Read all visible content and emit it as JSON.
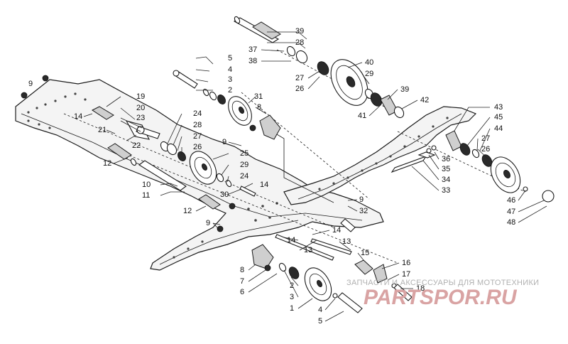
{
  "watermark": {
    "caption": "ЗАПЧАСТИ И АКСЕССУАРЫ ДЛЯ МОТОТЕХНИКИ",
    "brand": "PARTSPOR.RU",
    "brand_color": "#d9a3a3"
  },
  "callouts": [
    {
      "text": "39"
    },
    {
      "text": "28"
    },
    {
      "text": "37"
    },
    {
      "text": "38"
    },
    {
      "text": "40"
    },
    {
      "text": "29"
    },
    {
      "text": "27"
    },
    {
      "text": "26"
    },
    {
      "text": "39"
    },
    {
      "text": "42"
    },
    {
      "text": "41"
    },
    {
      "text": "5"
    },
    {
      "text": "4"
    },
    {
      "text": "3"
    },
    {
      "text": "2"
    },
    {
      "text": "31"
    },
    {
      "text": "8"
    },
    {
      "text": "9"
    },
    {
      "text": "19"
    },
    {
      "text": "20"
    },
    {
      "text": "23"
    },
    {
      "text": "14"
    },
    {
      "text": "21"
    },
    {
      "text": "22"
    },
    {
      "text": "24"
    },
    {
      "text": "28"
    },
    {
      "text": "27"
    },
    {
      "text": "26"
    },
    {
      "text": "9"
    },
    {
      "text": "25"
    },
    {
      "text": "29"
    },
    {
      "text": "24"
    },
    {
      "text": "12"
    },
    {
      "text": "10"
    },
    {
      "text": "11"
    },
    {
      "text": "30"
    },
    {
      "text": "14"
    },
    {
      "text": "12"
    },
    {
      "text": "9"
    },
    {
      "text": "32"
    },
    {
      "text": "9"
    },
    {
      "text": "43"
    },
    {
      "text": "45"
    },
    {
      "text": "44"
    },
    {
      "text": "27"
    },
    {
      "text": "26"
    },
    {
      "text": "36"
    },
    {
      "text": "35"
    },
    {
      "text": "34"
    },
    {
      "text": "33"
    },
    {
      "text": "46"
    },
    {
      "text": "47"
    },
    {
      "text": "48"
    },
    {
      "text": "14"
    },
    {
      "text": "13"
    },
    {
      "text": "14"
    },
    {
      "text": "13"
    },
    {
      "text": "15"
    },
    {
      "text": "16"
    },
    {
      "text": "17"
    },
    {
      "text": "18"
    },
    {
      "text": "8"
    },
    {
      "text": "7"
    },
    {
      "text": "6"
    },
    {
      "text": "2"
    },
    {
      "text": "3"
    },
    {
      "text": "1"
    },
    {
      "text": "4"
    },
    {
      "text": "5"
    }
  ]
}
